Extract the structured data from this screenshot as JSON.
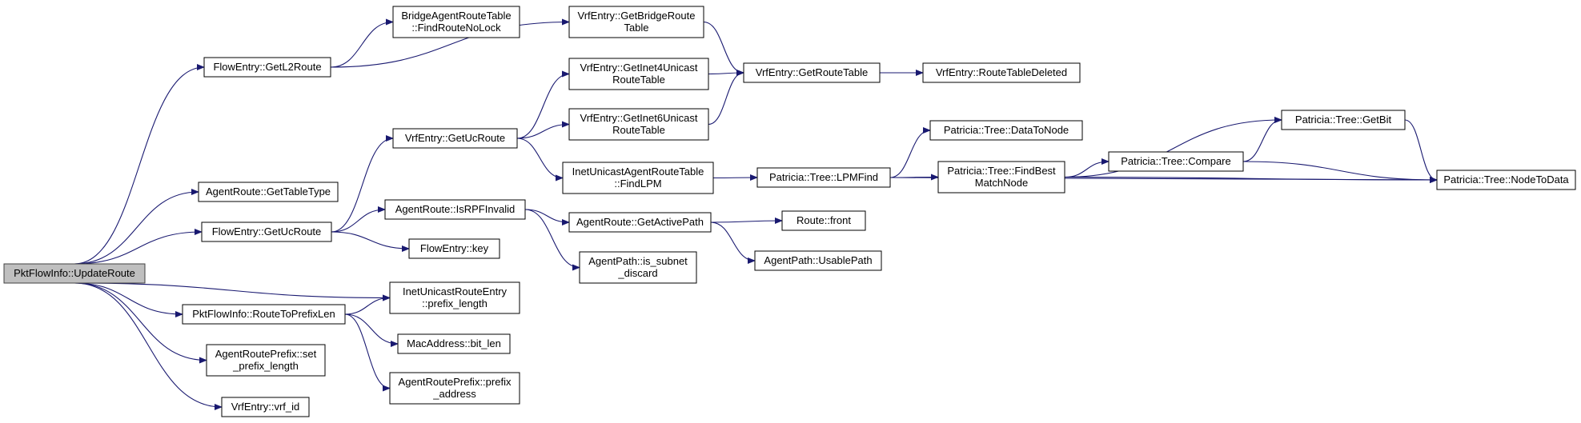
{
  "graph": {
    "colors": {
      "edge": "#191970",
      "node_border": "#000000",
      "node_fill": "#ffffff",
      "root_fill": "#bfbfbf",
      "background": "#ffffff"
    },
    "nodes": [
      {
        "id": "n_update_route",
        "lines": [
          "PktFlowInfo::UpdateRoute"
        ],
        "root": true
      },
      {
        "id": "n_get_l2_route",
        "lines": [
          "FlowEntry::GetL2Route"
        ]
      },
      {
        "id": "n_get_table_type",
        "lines": [
          "AgentRoute::GetTableType"
        ]
      },
      {
        "id": "n_get_uc_route_flow",
        "lines": [
          "FlowEntry::GetUcRoute"
        ]
      },
      {
        "id": "n_route_to_prefix_len",
        "lines": [
          "PktFlowInfo::RouteToPrefixLen"
        ]
      },
      {
        "id": "n_set_prefix_length",
        "lines": [
          "AgentRoutePrefix::set",
          "_prefix_length"
        ]
      },
      {
        "id": "n_vrf_id",
        "lines": [
          "VrfEntry::vrf_id"
        ]
      },
      {
        "id": "n_bridge_find_route_nolock",
        "lines": [
          "BridgeAgentRouteTable",
          "::FindRouteNoLock"
        ]
      },
      {
        "id": "n_get_bridge_route_table",
        "lines": [
          "VrfEntry::GetBridgeRoute",
          "Table"
        ]
      },
      {
        "id": "n_vrf_get_uc_route",
        "lines": [
          "VrfEntry::GetUcRoute"
        ]
      },
      {
        "id": "n_is_rpf_invalid",
        "lines": [
          "AgentRoute::IsRPFInvalid"
        ]
      },
      {
        "id": "n_flow_key",
        "lines": [
          "FlowEntry::key"
        ]
      },
      {
        "id": "n_inet_uc_prefix_length",
        "lines": [
          "InetUnicastRouteEntry",
          "::prefix_length"
        ]
      },
      {
        "id": "n_mac_bit_len",
        "lines": [
          "MacAddress::bit_len"
        ]
      },
      {
        "id": "n_prefix_address",
        "lines": [
          "AgentRoutePrefix::prefix",
          "_address"
        ]
      },
      {
        "id": "n_get_inet4_uc_table",
        "lines": [
          "VrfEntry::GetInet4Unicast",
          "RouteTable"
        ]
      },
      {
        "id": "n_get_inet6_uc_table",
        "lines": [
          "VrfEntry::GetInet6Unicast",
          "RouteTable"
        ]
      },
      {
        "id": "n_find_lpm",
        "lines": [
          "InetUnicastAgentRouteTable",
          "::FindLPM"
        ]
      },
      {
        "id": "n_get_active_path",
        "lines": [
          "AgentRoute::GetActivePath"
        ]
      },
      {
        "id": "n_is_subnet_discard",
        "lines": [
          "AgentPath::is_subnet",
          "_discard"
        ]
      },
      {
        "id": "n_get_route_table",
        "lines": [
          "VrfEntry::GetRouteTable"
        ]
      },
      {
        "id": "n_route_table_deleted",
        "lines": [
          "VrfEntry::RouteTableDeleted"
        ]
      },
      {
        "id": "n_lpm_find",
        "lines": [
          "Patricia::Tree::LPMFind"
        ]
      },
      {
        "id": "n_route_front",
        "lines": [
          "Route::front"
        ]
      },
      {
        "id": "n_usable_path",
        "lines": [
          "AgentPath::UsablePath"
        ]
      },
      {
        "id": "n_data_to_node",
        "lines": [
          "Patricia::Tree::DataToNode"
        ]
      },
      {
        "id": "n_find_best_match",
        "lines": [
          "Patricia::Tree::FindBest",
          "MatchNode"
        ]
      },
      {
        "id": "n_compare",
        "lines": [
          "Patricia::Tree::Compare"
        ]
      },
      {
        "id": "n_get_bit",
        "lines": [
          "Patricia::Tree::GetBit"
        ]
      },
      {
        "id": "n_node_to_data",
        "lines": [
          "Patricia::Tree::NodeToData"
        ]
      }
    ],
    "edges": [
      {
        "from": "n_update_route",
        "to": "n_get_l2_route"
      },
      {
        "from": "n_update_route",
        "to": "n_get_table_type"
      },
      {
        "from": "n_update_route",
        "to": "n_get_uc_route_flow"
      },
      {
        "from": "n_update_route",
        "to": "n_inet_uc_prefix_length"
      },
      {
        "from": "n_update_route",
        "to": "n_route_to_prefix_len"
      },
      {
        "from": "n_update_route",
        "to": "n_set_prefix_length"
      },
      {
        "from": "n_update_route",
        "to": "n_vrf_id"
      },
      {
        "from": "n_get_l2_route",
        "to": "n_bridge_find_route_nolock"
      },
      {
        "from": "n_get_l2_route",
        "to": "n_get_bridge_route_table"
      },
      {
        "from": "n_get_uc_route_flow",
        "to": "n_vrf_get_uc_route"
      },
      {
        "from": "n_get_uc_route_flow",
        "to": "n_is_rpf_invalid"
      },
      {
        "from": "n_get_uc_route_flow",
        "to": "n_flow_key"
      },
      {
        "from": "n_route_to_prefix_len",
        "to": "n_inet_uc_prefix_length"
      },
      {
        "from": "n_route_to_prefix_len",
        "to": "n_mac_bit_len"
      },
      {
        "from": "n_route_to_prefix_len",
        "to": "n_prefix_address"
      },
      {
        "from": "n_get_bridge_route_table",
        "to": "n_get_route_table"
      },
      {
        "from": "n_vrf_get_uc_route",
        "to": "n_get_inet4_uc_table"
      },
      {
        "from": "n_vrf_get_uc_route",
        "to": "n_get_inet6_uc_table"
      },
      {
        "from": "n_vrf_get_uc_route",
        "to": "n_find_lpm"
      },
      {
        "from": "n_get_inet4_uc_table",
        "to": "n_get_route_table"
      },
      {
        "from": "n_get_inet6_uc_table",
        "to": "n_get_route_table"
      },
      {
        "from": "n_get_route_table",
        "to": "n_route_table_deleted"
      },
      {
        "from": "n_find_lpm",
        "to": "n_lpm_find"
      },
      {
        "from": "n_is_rpf_invalid",
        "to": "n_get_active_path"
      },
      {
        "from": "n_is_rpf_invalid",
        "to": "n_is_subnet_discard"
      },
      {
        "from": "n_get_active_path",
        "to": "n_route_front"
      },
      {
        "from": "n_get_active_path",
        "to": "n_usable_path"
      },
      {
        "from": "n_lpm_find",
        "to": "n_data_to_node"
      },
      {
        "from": "n_lpm_find",
        "to": "n_find_best_match"
      },
      {
        "from": "n_lpm_find",
        "to": "n_node_to_data"
      },
      {
        "from": "n_find_best_match",
        "to": "n_get_bit"
      },
      {
        "from": "n_find_best_match",
        "to": "n_compare"
      },
      {
        "from": "n_find_best_match",
        "to": "n_node_to_data"
      },
      {
        "from": "n_compare",
        "to": "n_get_bit"
      },
      {
        "from": "n_compare",
        "to": "n_node_to_data"
      },
      {
        "from": "n_get_bit",
        "to": "n_node_to_data"
      }
    ]
  }
}
